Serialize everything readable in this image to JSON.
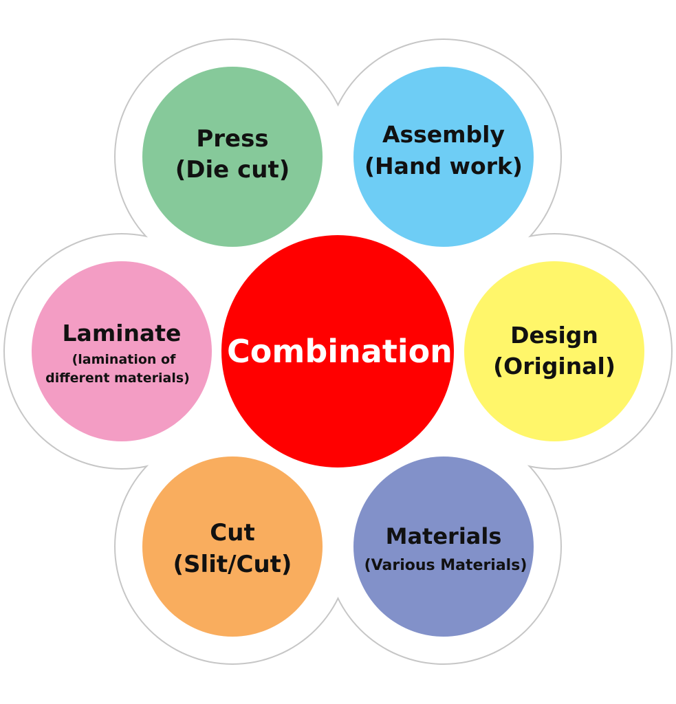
{
  "center": {
    "label": "Combination",
    "color": "#ff0000"
  },
  "nodes": [
    {
      "id": "press",
      "title": "Press",
      "sub1": "(Die cut)",
      "sub2": "",
      "color": "#86c99a"
    },
    {
      "id": "assembly",
      "title": "Assembly",
      "sub1": "(Hand work)",
      "sub2": "",
      "color": "#6ecdf5"
    },
    {
      "id": "design",
      "title": "Design",
      "sub1": "(Original)",
      "sub2": "",
      "color": "#fff66a"
    },
    {
      "id": "materials",
      "title": "Materials",
      "sub1": "(Various Materials)",
      "sub2": "",
      "color": "#8291c9"
    },
    {
      "id": "cut",
      "title": "Cut",
      "sub1": "(Slit/Cut)",
      "sub2": "",
      "color": "#f9ad5e"
    },
    {
      "id": "laminate",
      "title": "Laminate",
      "sub1": "(lamination of",
      "sub2": "different materials)",
      "color": "#f39dc4"
    }
  ],
  "outline_color": "#c6c6c6"
}
